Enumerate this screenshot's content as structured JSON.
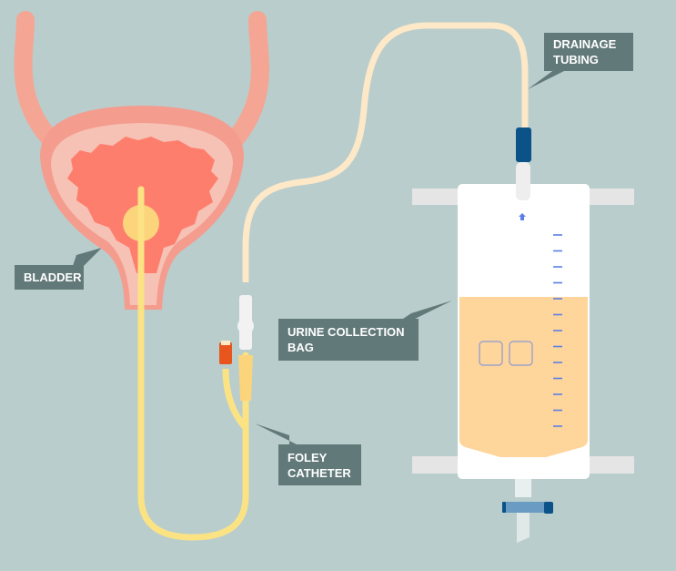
{
  "labels": {
    "drainage_tubing": [
      "DRAINAGE",
      "TUBING"
    ],
    "bladder": "BLADDER",
    "urine_collection_bag": [
      "URINE COLLECTION",
      "BAG"
    ],
    "foley_catheter": [
      "FOLEY",
      "CATHETER"
    ]
  },
  "colors": {
    "background": "#b9cdcc",
    "label_bg": "#62797a",
    "bladder": "#f49c8e",
    "urine": "#fed59a",
    "catheter": "#fbe384",
    "tubing": "#fde8c8",
    "connector": "#0b5288",
    "ticks": "#5b7fe6"
  }
}
